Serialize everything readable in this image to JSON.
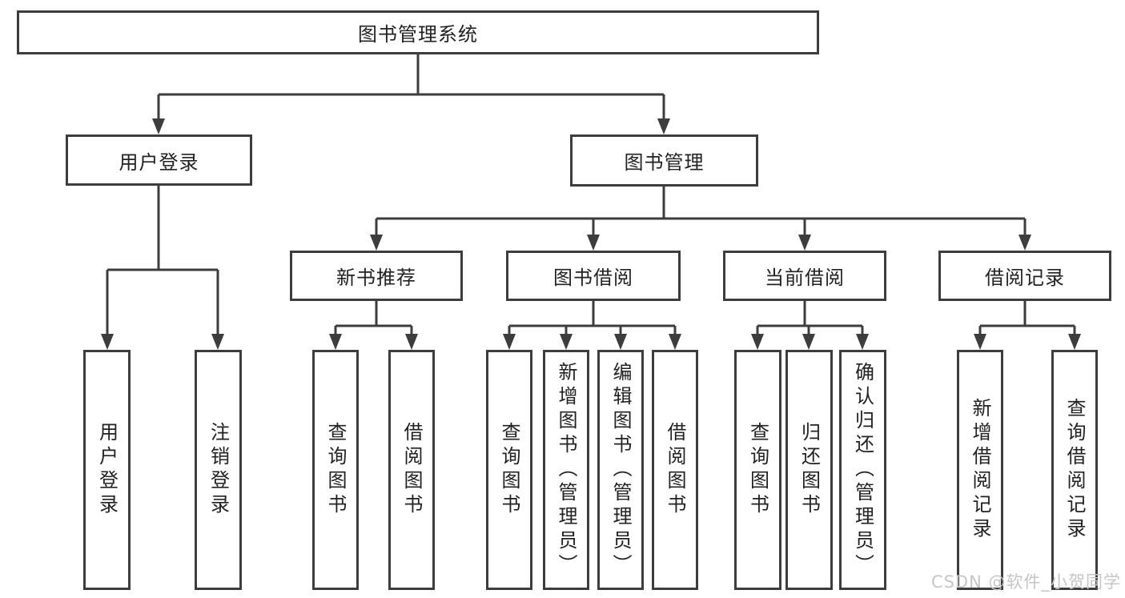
{
  "diagram": {
    "root": {
      "label": "图书管理系统"
    },
    "level2": {
      "user_login": {
        "label": "用户登录"
      },
      "book_management": {
        "label": "图书管理"
      }
    },
    "level3": {
      "new_book_recommend": {
        "label": "新书推荐"
      },
      "book_borrow": {
        "label": "图书借阅"
      },
      "current_borrow": {
        "label": "当前借阅"
      },
      "borrow_record": {
        "label": "借阅记录"
      }
    },
    "leaves": {
      "user_login": [
        "用户登录",
        "注销登录"
      ],
      "new_book_recommend": [
        "查询图书",
        "借阅图书"
      ],
      "book_borrow": [
        "查询图书",
        "新增图书（管理员）",
        "编辑图书（管理员）",
        "借阅图书"
      ],
      "current_borrow": [
        "查询图书",
        "归还图书",
        "确认归还（管理员）"
      ],
      "borrow_record": [
        "新增借阅记录",
        "查询借阅记录"
      ]
    }
  },
  "watermark": "CSDN @软件_小贺同学",
  "colors": {
    "line": "#3d3d3d",
    "text": "#222222",
    "watermark": "#c6c6c6",
    "background": "#ffffff"
  }
}
